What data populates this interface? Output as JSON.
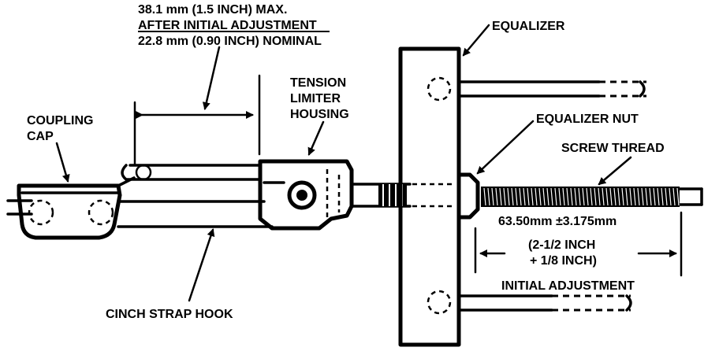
{
  "labels": {
    "max_dim": "38.1 mm (1.5 INCH) MAX.",
    "after_adj": "AFTER INITIAL ADJUSTMENT",
    "nominal": "22.8 mm (0.90 INCH) NOMINAL",
    "equalizer": "EQUALIZER",
    "tension_1": "TENSION",
    "tension_2": "LIMITER",
    "tension_3": "HOUSING",
    "coupling_1": "COUPLING",
    "coupling_2": "CAP",
    "equalizer_nut": "EQUALIZER NUT",
    "screw_thread": "SCREW THREAD",
    "thread_dim": "63.50mm ±3.175mm",
    "inch_dim_1": "(2-1/2 INCH",
    "inch_dim_2": "+ 1/8 INCH)",
    "initial_adj": "INITIAL ADJUSTMENT",
    "cinch": "CINCH STRAP HOOK"
  },
  "colors": {
    "ink": "#000000",
    "paper": "#ffffff"
  }
}
